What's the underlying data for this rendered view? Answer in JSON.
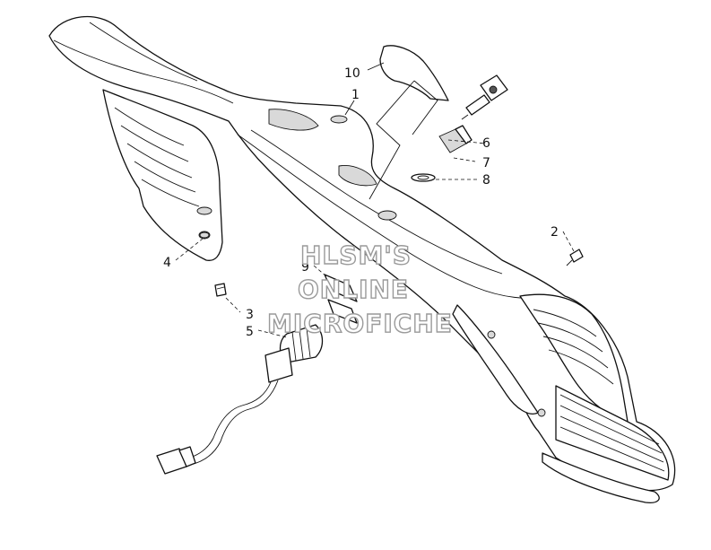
{
  "diagram": {
    "callouts": [
      {
        "id": "c1",
        "label": "1"
      },
      {
        "id": "c2",
        "label": "2"
      },
      {
        "id": "c3",
        "label": "3"
      },
      {
        "id": "c4",
        "label": "4"
      },
      {
        "id": "c5",
        "label": "5"
      },
      {
        "id": "c6",
        "label": "6"
      },
      {
        "id": "c7",
        "label": "7"
      },
      {
        "id": "c8",
        "label": "8"
      },
      {
        "id": "c9",
        "label": "9"
      },
      {
        "id": "c10",
        "label": "10"
      }
    ],
    "watermark": {
      "line1": "HLSM'S",
      "line2": "ONLINE",
      "line3": "MICROFICHE"
    }
  }
}
